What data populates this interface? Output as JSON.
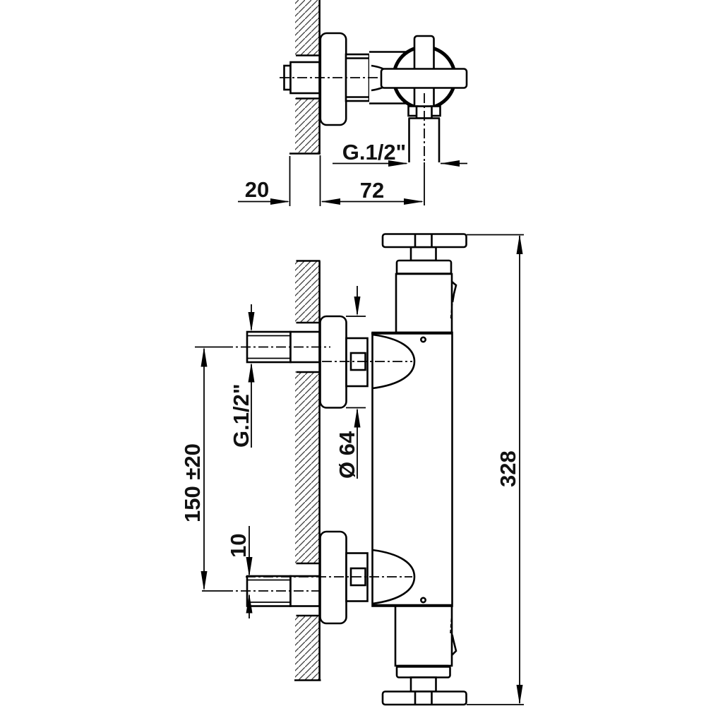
{
  "drawing": {
    "title": "Wall-mounted thermostatic shower mixer - dimension drawing",
    "colors": {
      "line": "#000000",
      "hatch": "#3a3a3a",
      "background": "#ffffff"
    },
    "top_view": {
      "labels": {
        "thread": "G.1/2\"",
        "wall_thickness": "20",
        "wall_to_outlet": "72"
      }
    },
    "front_view": {
      "labels": {
        "thread": "G.1/2\"",
        "inlet_spacing": "150  ±20",
        "eccentric_offset": "10",
        "escutcheon_diameter": "Ø 64",
        "total_height": "328"
      }
    }
  }
}
